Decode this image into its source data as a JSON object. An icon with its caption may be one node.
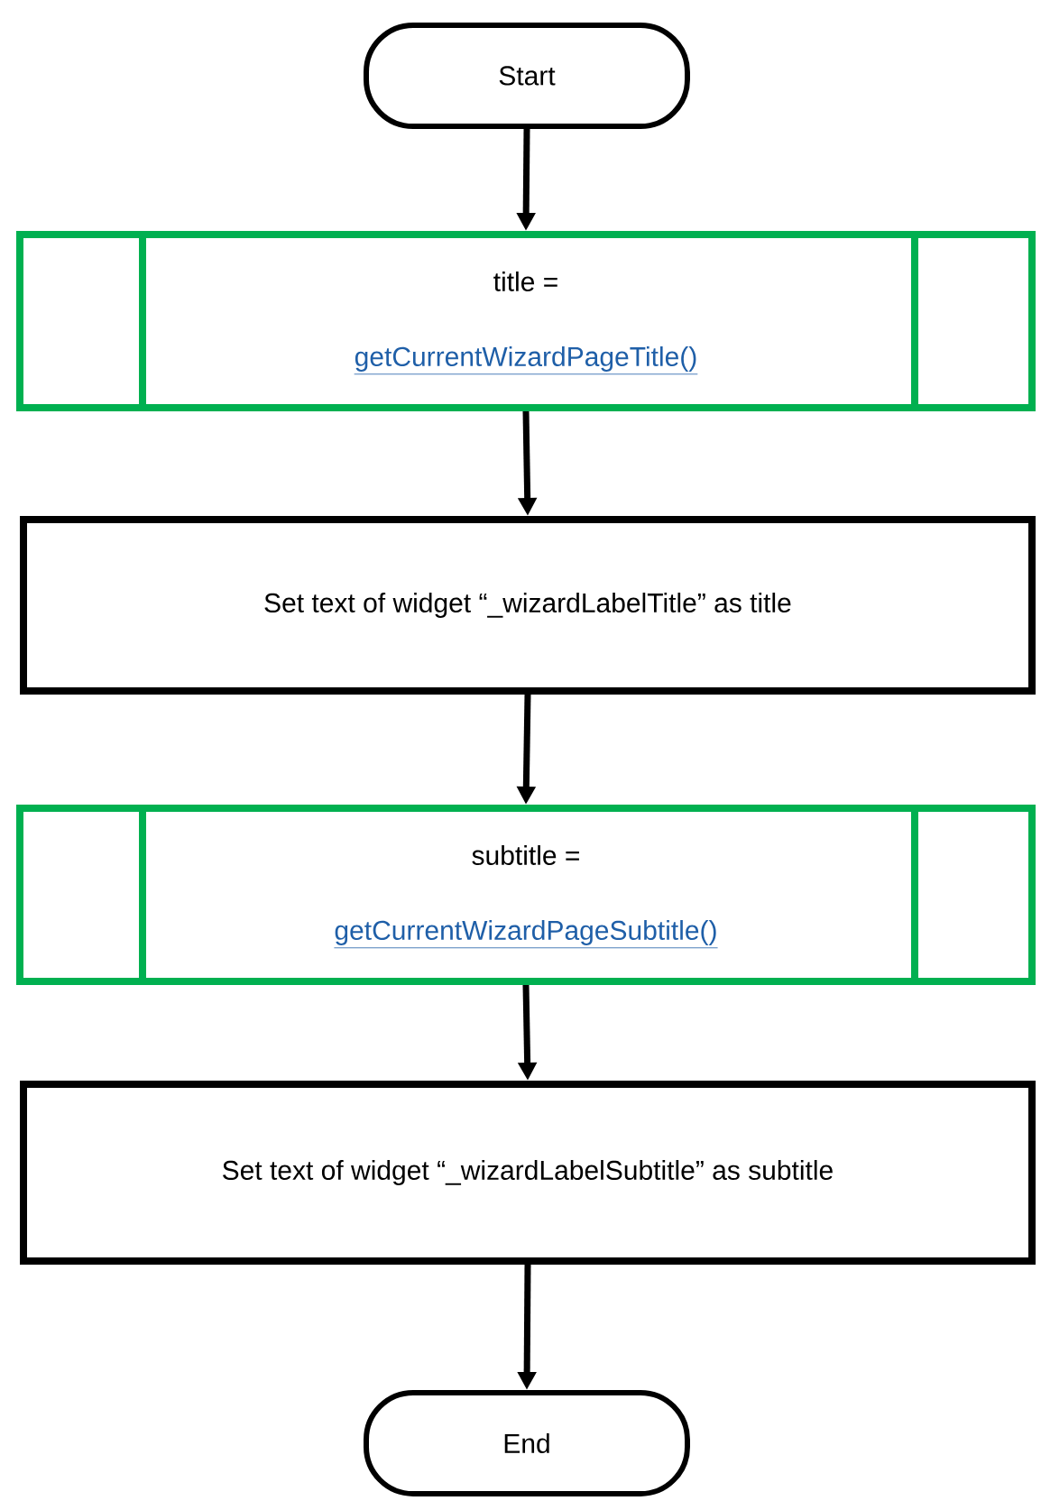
{
  "diagram": {
    "nodes": [
      {
        "text": [
          "Start"
        ]
      },
      {
        "text": [
          "title =",
          "getCurrentWizardPageTitle()"
        ]
      },
      {
        "text": [
          "Set text of widget “_wizardLabelTitle” as title"
        ]
      },
      {
        "text": [
          "subtitle =",
          "getCurrentWizardPageSubtitle()"
        ]
      },
      {
        "text": [
          "Set text of widget “_wizardLabelSubtitle” as subtitle"
        ]
      },
      {
        "text": [
          "End"
        ]
      }
    ],
    "edges": [
      {
        "from": 0,
        "to": 1,
        "arrow": "to"
      },
      {
        "from": 1,
        "to": 2,
        "arrow": "to"
      },
      {
        "from": 2,
        "to": 3,
        "arrow": "to"
      },
      {
        "from": 3,
        "to": 4,
        "arrow": "to"
      },
      {
        "from": 4,
        "to": 5,
        "arrow": "to"
      }
    ]
  }
}
